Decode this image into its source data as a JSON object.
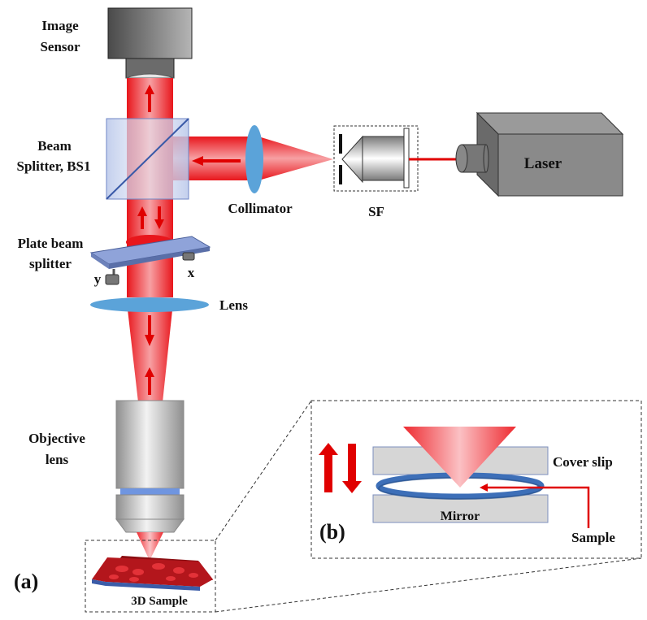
{
  "figure": {
    "panel_a_label": "(a)",
    "panel_b_label": "(b)",
    "labels": {
      "image_sensor_line1": "Image",
      "image_sensor_line2": "Sensor",
      "beam_splitter_line1": "Beam",
      "beam_splitter_line2": "Splitter, BS1",
      "collimator": "Collimator",
      "sf": "SF",
      "laser": "Laser",
      "plate_bs_line1": "Plate beam",
      "plate_bs_line2": "splitter",
      "axis_x": "x",
      "axis_y": "y",
      "lens": "Lens",
      "objective_line1": "Objective",
      "objective_line2": "lens",
      "sample_3d": "3D Sample",
      "cover_slip": "Cover slip",
      "mirror": "Mirror",
      "sample": "Sample"
    },
    "colors": {
      "beam": "#e8161c",
      "arrow": "#e00000",
      "lens_blue": "#5ba3d9",
      "splitter_blue": "#7d9fd6",
      "device_gray": "#8a8a8a",
      "ring_blue": "#3d6fb8"
    }
  }
}
